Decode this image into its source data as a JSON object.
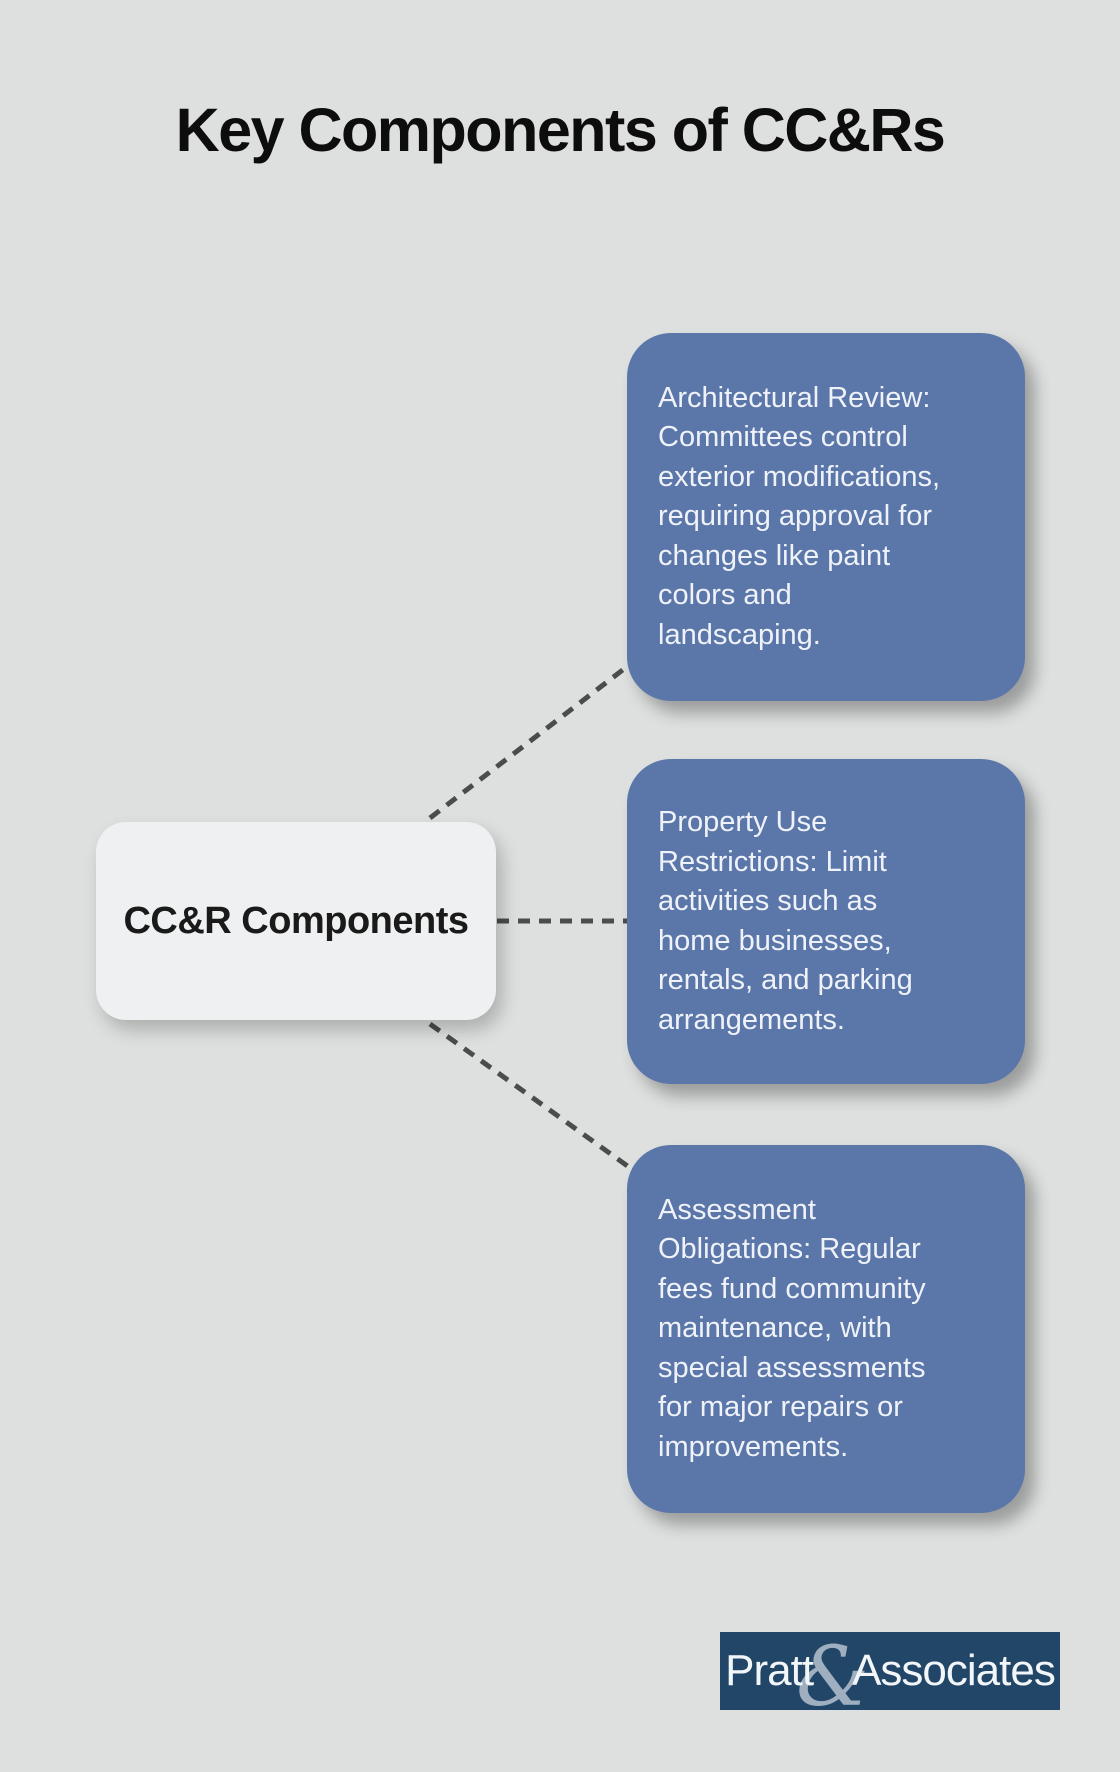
{
  "title": "Key Components of CC&Rs",
  "center_node": {
    "label": "CC&R Components"
  },
  "branches": [
    {
      "name": "architectural-review",
      "lines": [
        "Architectural Review:",
        "Committees control",
        "exterior modifications,",
        "requiring approval for",
        "changes like paint",
        "colors and",
        "landscaping."
      ]
    },
    {
      "name": "property-use-restrictions",
      "lines": [
        "Property Use",
        "Restrictions: Limit",
        "activities such as",
        "home businesses,",
        "rentals, and parking",
        "arrangements."
      ]
    },
    {
      "name": "assessment-obligations",
      "lines": [
        "Assessment",
        "Obligations: Regular",
        "fees fund community",
        "maintenance, with",
        "special assessments",
        "for major repairs or",
        "improvements."
      ]
    }
  ],
  "logo": {
    "name_left": "Pratt",
    "ampersand": "&",
    "name_right": "Associates"
  },
  "colors": {
    "background": "#dee0df",
    "branch_fill": "#5b76a8",
    "branch_text": "#eff3f9",
    "center_fill": "#eef0f1",
    "center_text": "#1a1a1a",
    "connector": "#4c4c4c",
    "logo_background": "#224668",
    "logo_text": "#f3f6f9"
  }
}
